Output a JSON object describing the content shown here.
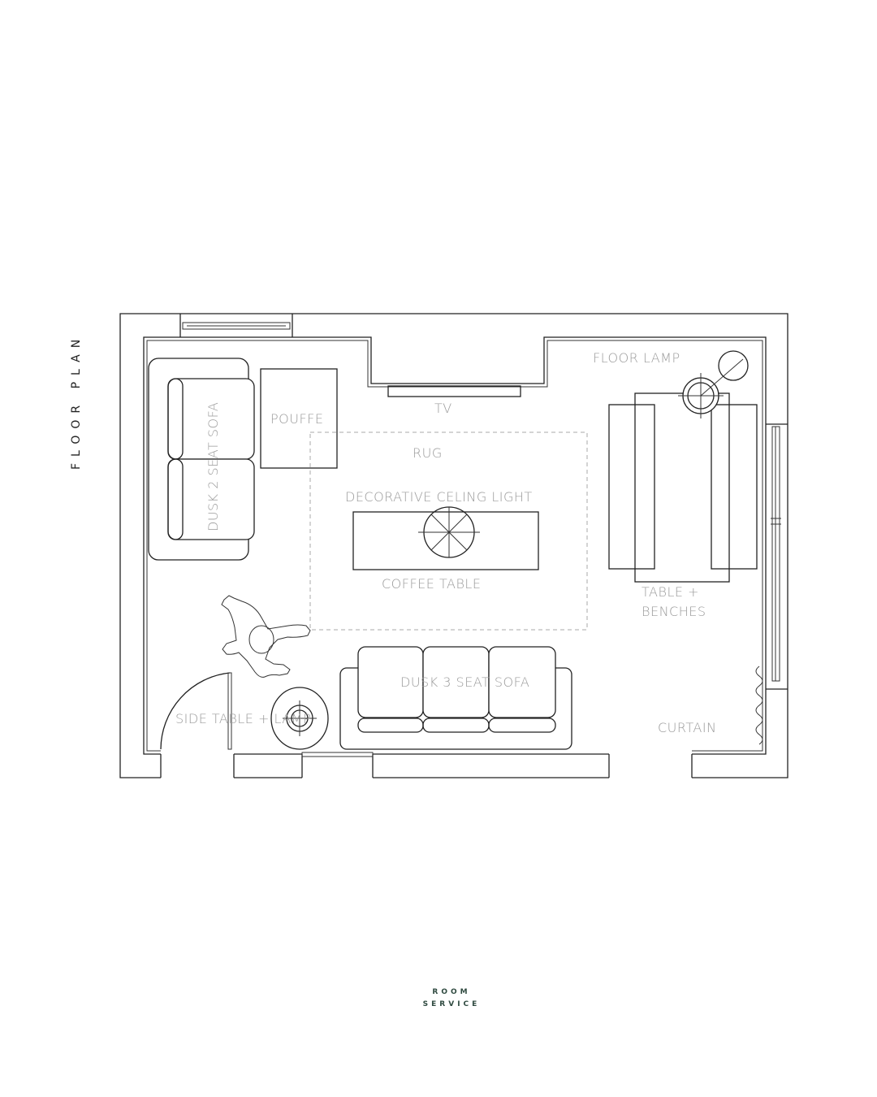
{
  "title": "FLOOR PLAN",
  "brand": {
    "line1": "ROOM",
    "line2": "SERVICE",
    "color": "#2f4a40"
  },
  "labels": {
    "sofa2": "DUSK 2 SEAT SOFA",
    "pouffe": "POUFFE",
    "tv": "TV",
    "rug": "RUG",
    "light": "DECORATIVE CELING  LIGHT",
    "coffee_table": "COFFEE TABLE",
    "floor_lamp": "FLOOR LAMP",
    "table_line1": "TABLE +",
    "table_line2": "BENCHES",
    "sofa3": "DUSK 3 SEAT SOFA",
    "side_table": "SIDE TABLE + LAMP",
    "curtain": "CURTAIN"
  },
  "colors": {
    "line": "#222222",
    "label": "#9a9a9a"
  }
}
